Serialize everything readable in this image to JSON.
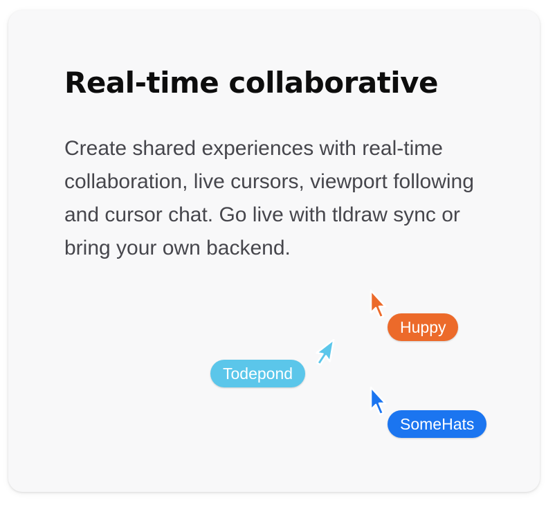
{
  "card": {
    "title": "Real-time collaborative",
    "description": "Create shared experiences with real-time collaboration, live cursors, viewport following and cursor chat. Go live with tldraw sync or bring your own backend."
  },
  "cursors": [
    {
      "name": "Huppy",
      "color": "#ec6a2a",
      "icon": "pointer-arrow-icon"
    },
    {
      "name": "Todepond",
      "color": "#5bc6ea",
      "icon": "pointer-arrow-icon"
    },
    {
      "name": "SomeHats",
      "color": "#1b75f0",
      "icon": "pointer-arrow-icon"
    }
  ]
}
